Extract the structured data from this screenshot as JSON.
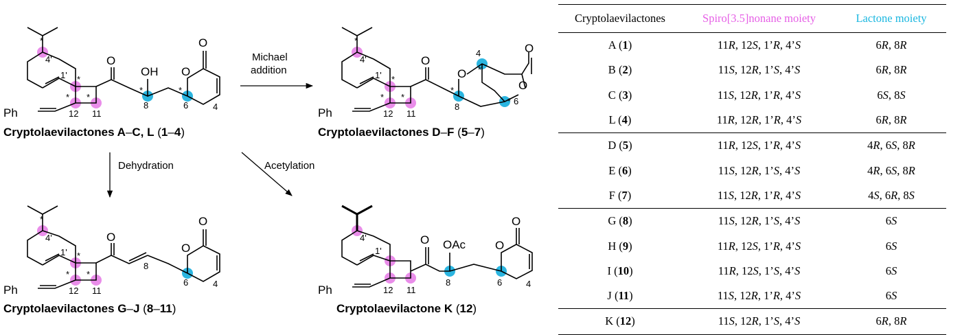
{
  "scheme": {
    "compounds": [
      {
        "label_name": "Cryptolaevilactones A",
        "label_dash": "–",
        "label_name2": "C, L",
        "label_range": "1",
        "label_range2": "4"
      },
      {
        "label_name": "Cryptolaevilactones D",
        "label_dash": "–",
        "label_name2": "F",
        "label_range": "5",
        "label_range2": "7"
      },
      {
        "label_name": "Cryptolaevilactones G",
        "label_dash": "–",
        "label_name2": "J",
        "label_range": "8",
        "label_range2": "11"
      },
      {
        "label_name": "Cryptolaevilactone K",
        "label_range": "12"
      }
    ],
    "arrows": {
      "michael_line1": "Michael",
      "michael_line2": "addition",
      "dehydration": "Dehydration",
      "acetylation": "Acetylation"
    },
    "atoms": {
      "ph": "Ph",
      "o": "O",
      "oh": "OH",
      "oac": "OAc"
    },
    "locants": {
      "l4p": "4'",
      "l1p": "1'",
      "l12": "12",
      "l11": "11",
      "l8": "8",
      "l6": "6",
      "l4": "4",
      "star": "*"
    },
    "colors": {
      "spiro_highlight": "#e98de9",
      "lactone_highlight": "#2bb5e0"
    }
  },
  "table": {
    "headers": [
      "Cryptolaevilactones",
      "Spiro[3.5]nonane moiety",
      "Lactone moiety"
    ],
    "header_colors": [
      "#000000",
      "#e65fe6",
      "#1ab7e0"
    ],
    "rows": [
      {
        "name": "A",
        "num": "1",
        "spiro": "11R, 12S, 1’R, 4’S",
        "lactone": "6R, 8R"
      },
      {
        "name": "B",
        "num": "2",
        "spiro": "11S, 12R, 1’S, 4’S",
        "lactone": "6R, 8R"
      },
      {
        "name": "C",
        "num": "3",
        "spiro": "11S, 12R, 1’R, 4’S",
        "lactone": "6S, 8S"
      },
      {
        "name": "L",
        "num": "4",
        "spiro": "11R, 12R, 1’R, 4’S",
        "lactone": "6R, 8R"
      },
      {
        "name": "D",
        "num": "5",
        "spiro": "11R, 12S, 1’R, 4’S",
        "lactone": "4R, 6S, 8R"
      },
      {
        "name": "E",
        "num": "6",
        "spiro": "11S, 12R, 1’S, 4’S",
        "lactone": "4R, 6S, 8R"
      },
      {
        "name": "F",
        "num": "7",
        "spiro": "11S, 12R, 1’R, 4’S",
        "lactone": "4S, 6R, 8S"
      },
      {
        "name": "G",
        "num": "8",
        "spiro": "11S, 12R, 1’S, 4’S",
        "lactone": "6S"
      },
      {
        "name": "H",
        "num": "9",
        "spiro": "11R, 12S, 1’R, 4’S",
        "lactone": "6S"
      },
      {
        "name": "I",
        "num": "10",
        "spiro": "11R, 12S, 1’S, 4’S",
        "lactone": "6S"
      },
      {
        "name": "J",
        "num": "11",
        "spiro": "11S, 12R, 1’R, 4’S",
        "lactone": "6S"
      },
      {
        "name": "K",
        "num": "12",
        "spiro": "11S, 12R, 1’S, 4’S",
        "lactone": "6R, 8R"
      }
    ]
  }
}
